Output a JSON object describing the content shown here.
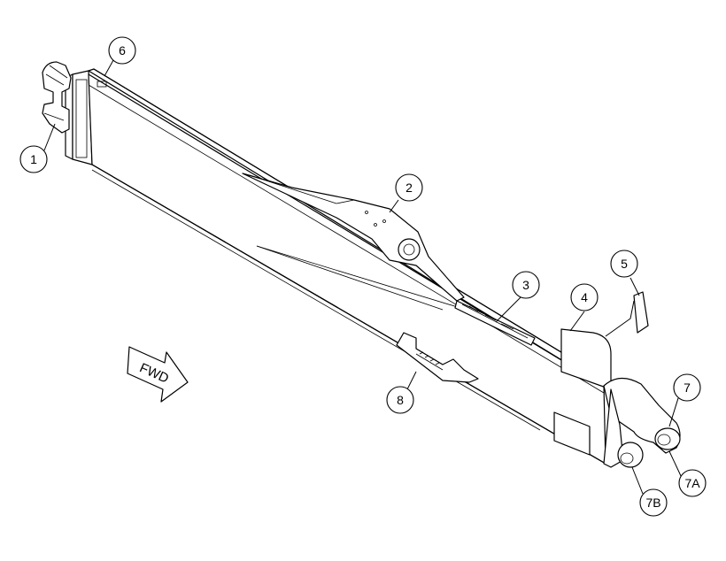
{
  "callouts": [
    {
      "id": "c1",
      "label": "1"
    },
    {
      "id": "c2",
      "label": "2"
    },
    {
      "id": "c3",
      "label": "3"
    },
    {
      "id": "c4",
      "label": "4"
    },
    {
      "id": "c5",
      "label": "5"
    },
    {
      "id": "c6",
      "label": "6"
    },
    {
      "id": "c7",
      "label": "7"
    },
    {
      "id": "c7a",
      "label": "7A"
    },
    {
      "id": "c7b",
      "label": "7B"
    },
    {
      "id": "c8",
      "label": "8"
    }
  ],
  "direction_arrow": {
    "label": "FWD"
  }
}
